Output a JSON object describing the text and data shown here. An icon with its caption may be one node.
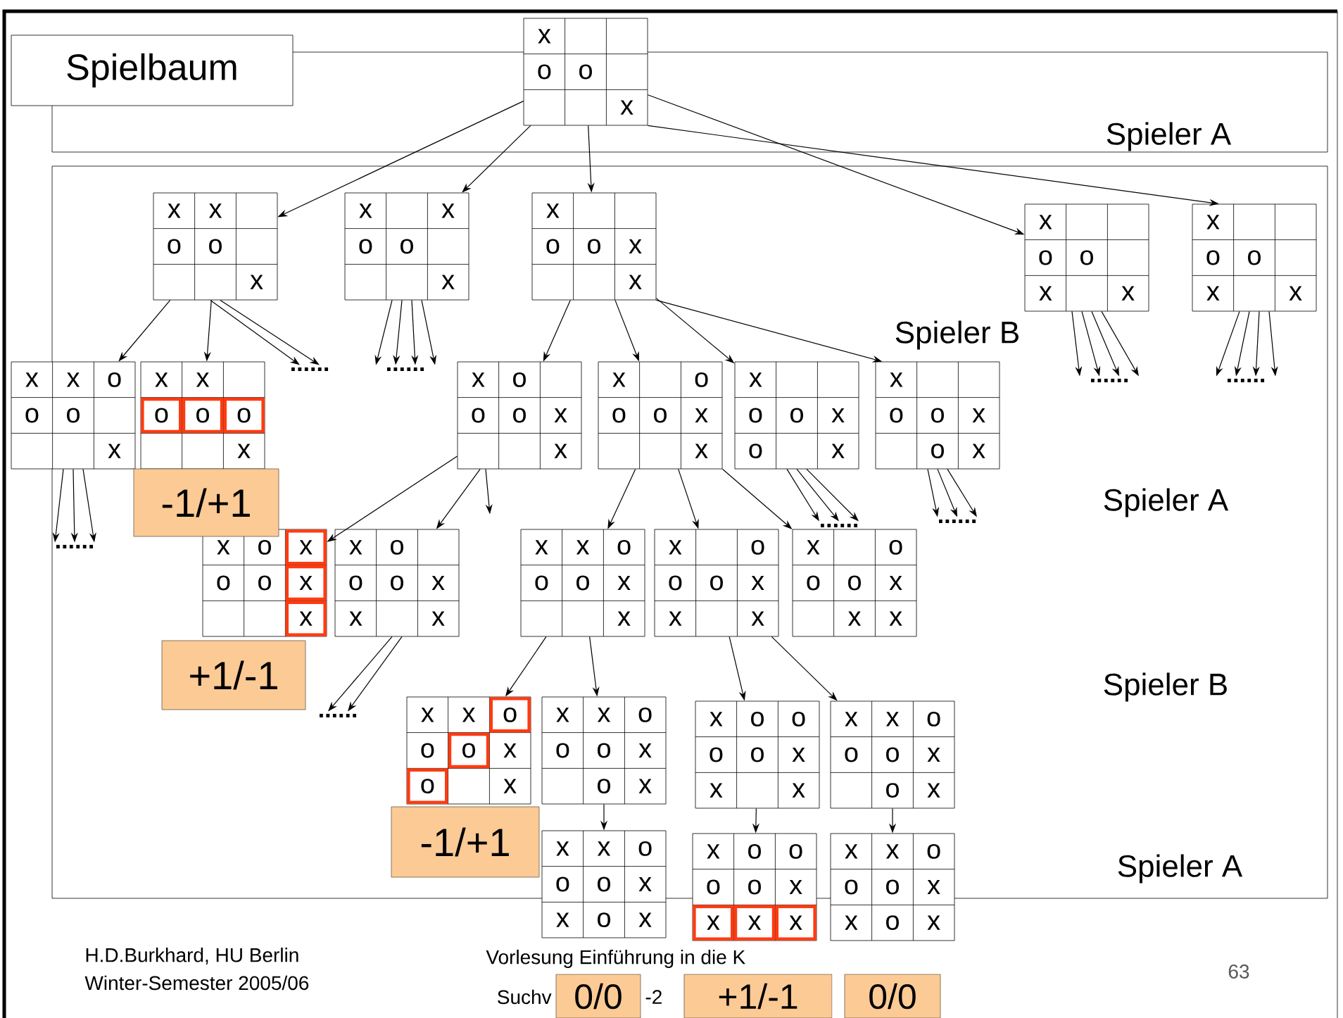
{
  "diagram": {
    "title": "Spielbaum",
    "nodes": [
      {
        "text": [
          "x",
          "o",
          "o",
          "x"
        ]
      },
      {
        "text": [
          "x",
          "x",
          "o",
          "o",
          "x"
        ]
      },
      {
        "text": [
          "x",
          "x",
          "o",
          "o",
          "x"
        ]
      },
      {
        "text": [
          "x",
          "o",
          "o",
          "x",
          "x"
        ]
      },
      {
        "text": [
          "x",
          "o",
          "o",
          "x",
          "x"
        ]
      },
      {
        "text": [
          "x",
          "o",
          "o",
          "x",
          "x"
        ]
      },
      {
        "text": [
          "x",
          "x",
          "o",
          "o",
          "o",
          "x"
        ]
      },
      {
        "text": [
          "x",
          "x",
          "o",
          "o",
          "o",
          "x"
        ]
      },
      {
        "text": [
          "x",
          "o",
          "o",
          "o",
          "x",
          "x"
        ]
      },
      {
        "text": [
          "x",
          "o",
          "o",
          "o",
          "x",
          "x"
        ]
      },
      {
        "text": [
          "x",
          "o",
          "o",
          "x",
          "o",
          "x"
        ]
      },
      {
        "text": [
          "x",
          "o",
          "o",
          "x",
          "o",
          "x"
        ]
      },
      {
        "text": [
          "x",
          "o",
          "x",
          "o",
          "o",
          "x",
          "x"
        ]
      },
      {
        "text": [
          "x",
          "o",
          "o",
          "o",
          "x",
          "x",
          "x"
        ]
      },
      {
        "text": [
          "x",
          "x",
          "o",
          "o",
          "o",
          "x",
          "x"
        ]
      },
      {
        "text": [
          "x",
          "o",
          "o",
          "o",
          "x",
          "x",
          "x"
        ]
      },
      {
        "text": [
          "x",
          "o",
          "o",
          "o",
          "x",
          "x",
          "x"
        ]
      },
      {
        "text": [
          "x",
          "x",
          "o",
          "o",
          "o",
          "x",
          "o",
          "x"
        ]
      },
      {
        "text": [
          "x",
          "x",
          "o",
          "o",
          "o",
          "x",
          "o",
          "x"
        ]
      },
      {
        "text": [
          "x",
          "o",
          "o",
          "o",
          "o",
          "x",
          "x",
          "x"
        ]
      },
      {
        "text": [
          "x",
          "x",
          "o",
          "o",
          "o",
          "x",
          "o",
          "x"
        ]
      },
      {
        "text": [
          "x",
          "x",
          "o",
          "o",
          "o",
          "x",
          "x",
          "o",
          "x"
        ]
      },
      {
        "text": [
          "x",
          "o",
          "o",
          "o",
          "o",
          "x",
          "x",
          "x",
          "x"
        ]
      },
      {
        "text": [
          "x",
          "x",
          "o",
          "o",
          "o",
          "x",
          "x",
          "o",
          "x"
        ]
      },
      {
        "text": [
          "......"
        ]
      },
      {
        "text": [
          "......"
        ]
      },
      {
        "text": [
          "......"
        ]
      },
      {
        "text": [
          "......"
        ]
      },
      {
        "text": [
          "......"
        ]
      },
      {
        "text": [
          "......"
        ]
      },
      {
        "text": [
          "......"
        ]
      },
      {
        "text": [
          "......"
        ]
      },
      {
        "text": [
          "-1/+1"
        ]
      },
      {
        "text": [
          "+1/-1"
        ]
      },
      {
        "text": [
          "-1/+1"
        ]
      },
      {
        "text": [
          "0/0"
        ]
      },
      {
        "text": [
          "+1/-1"
        ]
      },
      {
        "text": [
          "0/0"
        ]
      }
    ],
    "edges": [
      {
        "from": 0,
        "to": 1,
        "arrow": "to"
      },
      {
        "from": 0,
        "to": 2,
        "arrow": "to"
      },
      {
        "from": 0,
        "to": 3,
        "arrow": "to"
      },
      {
        "from": 0,
        "to": 4,
        "arrow": "to"
      },
      {
        "from": 0,
        "to": 5,
        "arrow": "to"
      },
      {
        "from": 1,
        "to": 6,
        "arrow": "to"
      },
      {
        "from": 1,
        "to": 7,
        "arrow": "to"
      },
      {
        "from": 1,
        "to": 24,
        "arrow": "to"
      },
      {
        "from": 1,
        "to": 24,
        "arrow": "to"
      },
      {
        "from": 2,
        "to": 25,
        "arrow": "to"
      },
      {
        "from": 2,
        "to": 25,
        "arrow": "to"
      },
      {
        "from": 2,
        "to": 25,
        "arrow": "to"
      },
      {
        "from": 2,
        "to": 25,
        "arrow": "to"
      },
      {
        "from": 3,
        "to": 8,
        "arrow": "to"
      },
      {
        "from": 3,
        "to": 9,
        "arrow": "to"
      },
      {
        "from": 3,
        "to": 10,
        "arrow": "to"
      },
      {
        "from": 3,
        "to": 11,
        "arrow": "to"
      },
      {
        "from": 4,
        "to": 26,
        "arrow": "to"
      },
      {
        "from": 4,
        "to": 26,
        "arrow": "to"
      },
      {
        "from": 4,
        "to": 26,
        "arrow": "to"
      },
      {
        "from": 4,
        "to": 26,
        "arrow": "to"
      },
      {
        "from": 5,
        "to": 27,
        "arrow": "to"
      },
      {
        "from": 5,
        "to": 27,
        "arrow": "to"
      },
      {
        "from": 5,
        "to": 27,
        "arrow": "to"
      },
      {
        "from": 5,
        "to": 27,
        "arrow": "to"
      },
      {
        "from": 6,
        "to": 28,
        "arrow": "to"
      },
      {
        "from": 6,
        "to": 28,
        "arrow": "to"
      },
      {
        "from": 6,
        "to": 28,
        "arrow": "to"
      },
      {
        "from": 8,
        "to": 12,
        "arrow": "to"
      },
      {
        "from": 8,
        "to": 13,
        "arrow": "to"
      },
      {
        "from": 8,
        "to": null,
        "arrow": "to"
      },
      {
        "from": 9,
        "to": 14,
        "arrow": "to"
      },
      {
        "from": 9,
        "to": 15,
        "arrow": "to"
      },
      {
        "from": 9,
        "to": 16,
        "arrow": "to"
      },
      {
        "from": 10,
        "to": 29,
        "arrow": "to"
      },
      {
        "from": 10,
        "to": 29,
        "arrow": "to"
      },
      {
        "from": 10,
        "to": 29,
        "arrow": "to"
      },
      {
        "from": 11,
        "to": 30,
        "arrow": "to"
      },
      {
        "from": 11,
        "to": 30,
        "arrow": "to"
      },
      {
        "from": 11,
        "to": 30,
        "arrow": "to"
      },
      {
        "from": 13,
        "to": 31,
        "arrow": "to"
      },
      {
        "from": 13,
        "to": 31,
        "arrow": "to"
      },
      {
        "from": 14,
        "to": 17,
        "arrow": "to"
      },
      {
        "from": 14,
        "to": 18,
        "arrow": "to"
      },
      {
        "from": 15,
        "to": 19,
        "arrow": "to"
      },
      {
        "from": 15,
        "to": 20,
        "arrow": "to"
      },
      {
        "from": 18,
        "to": 21,
        "arrow": "to"
      },
      {
        "from": 19,
        "to": 22,
        "arrow": "to"
      },
      {
        "from": 20,
        "to": 23,
        "arrow": "to"
      }
    ],
    "labels": [
      "Spieler A",
      "Spieler B",
      "Spieler A",
      "Spieler B",
      "Spieler A",
      "H.D.Burkhard, HU Berlin",
      "Winter-Semester 2005/06",
      "Vorlesung Einführung in die K",
      "Suchv",
      "-2",
      "63"
    ]
  }
}
